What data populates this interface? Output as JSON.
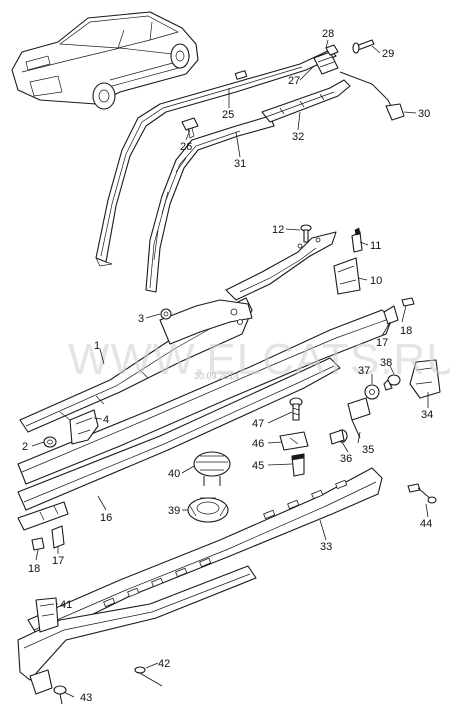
{
  "watermark": {
    "text": "WWW.ELCATS.RU",
    "date": "30.09.2014"
  },
  "callouts": [
    {
      "id": "c1",
      "label": "1"
    },
    {
      "id": "c2",
      "label": "2"
    },
    {
      "id": "c3",
      "label": "3"
    },
    {
      "id": "c4",
      "label": "4"
    },
    {
      "id": "c10",
      "label": "10"
    },
    {
      "id": "c11",
      "label": "11"
    },
    {
      "id": "c12",
      "label": "12"
    },
    {
      "id": "c16",
      "label": "16"
    },
    {
      "id": "c17a",
      "label": "17"
    },
    {
      "id": "c17b",
      "label": "17"
    },
    {
      "id": "c18a",
      "label": "18"
    },
    {
      "id": "c18b",
      "label": "18"
    },
    {
      "id": "c25",
      "label": "25"
    },
    {
      "id": "c26",
      "label": "26"
    },
    {
      "id": "c27",
      "label": "27"
    },
    {
      "id": "c28",
      "label": "28"
    },
    {
      "id": "c29",
      "label": "29"
    },
    {
      "id": "c30",
      "label": "30"
    },
    {
      "id": "c31",
      "label": "31"
    },
    {
      "id": "c32",
      "label": "32"
    },
    {
      "id": "c33",
      "label": "33"
    },
    {
      "id": "c34",
      "label": "34"
    },
    {
      "id": "c35",
      "label": "35"
    },
    {
      "id": "c36",
      "label": "36"
    },
    {
      "id": "c37",
      "label": "37"
    },
    {
      "id": "c38",
      "label": "38"
    },
    {
      "id": "c39",
      "label": "39"
    },
    {
      "id": "c40",
      "label": "40"
    },
    {
      "id": "c41",
      "label": "41"
    },
    {
      "id": "c42",
      "label": "42"
    },
    {
      "id": "c43",
      "label": "43"
    },
    {
      "id": "c44",
      "label": "44"
    },
    {
      "id": "c45",
      "label": "45"
    },
    {
      "id": "c46",
      "label": "46"
    },
    {
      "id": "c47",
      "label": "47"
    }
  ]
}
